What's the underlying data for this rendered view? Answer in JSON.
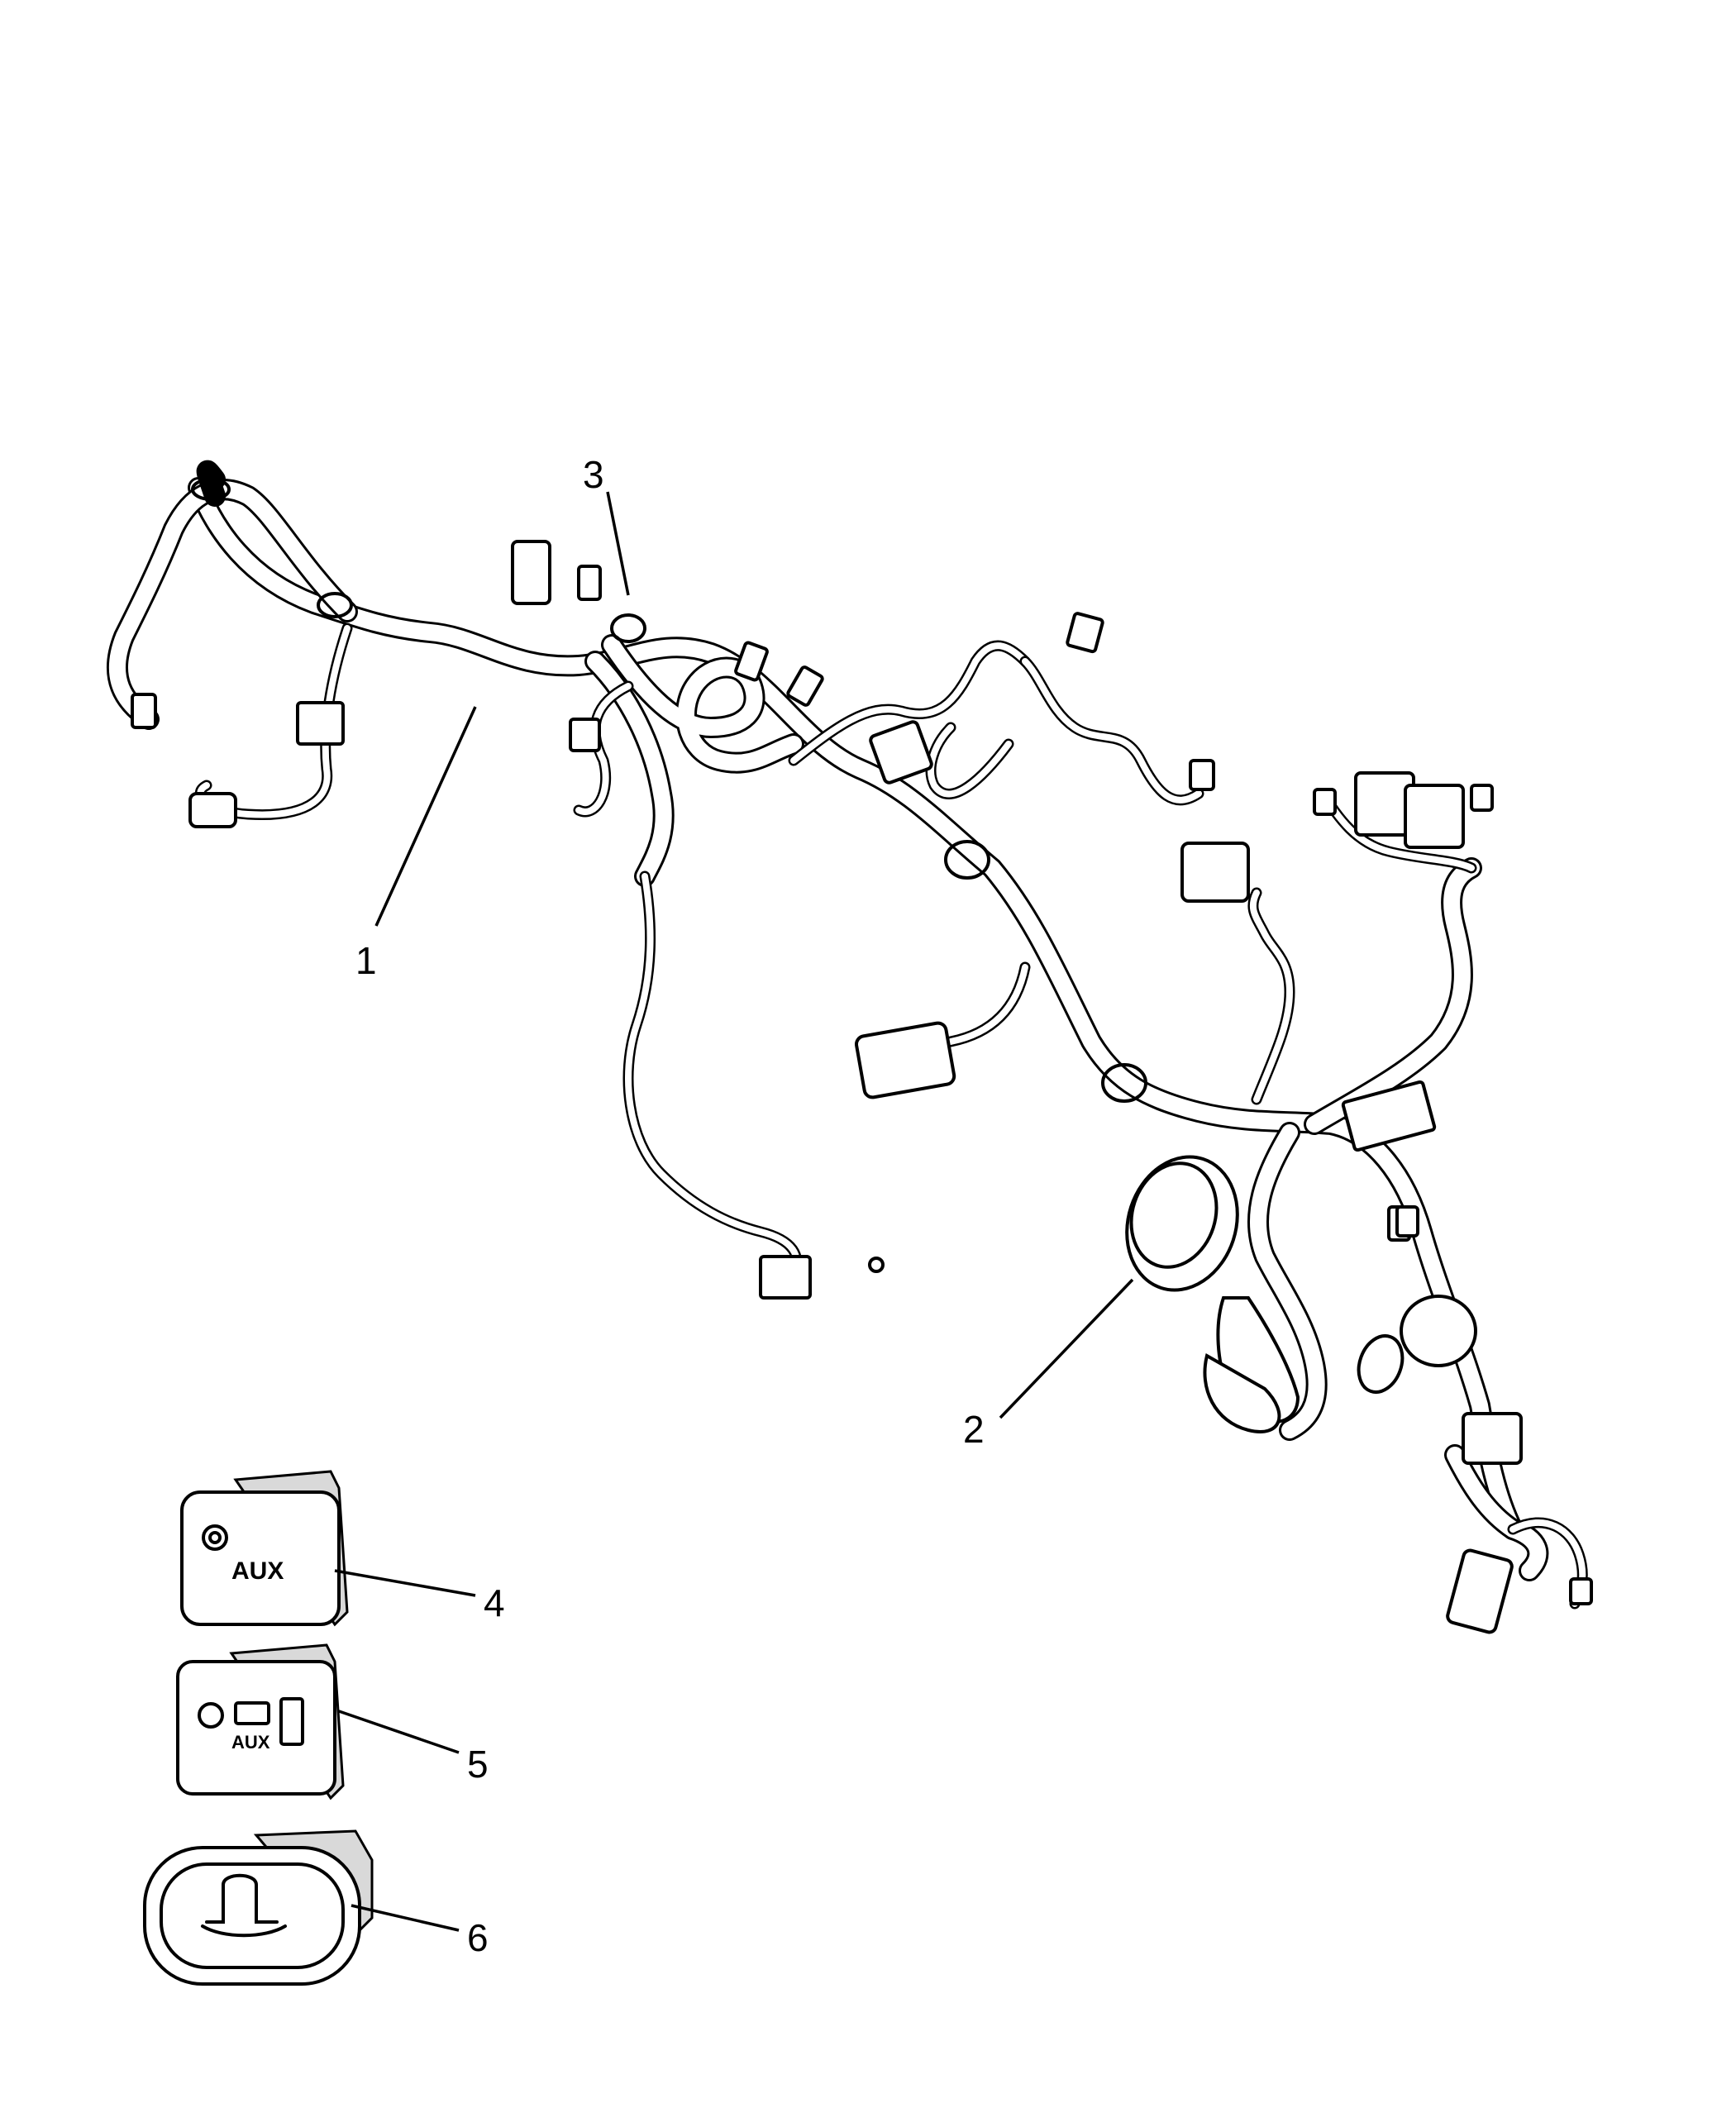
{
  "callouts": [
    {
      "id": "1",
      "label": "1"
    },
    {
      "id": "2",
      "label": "2"
    },
    {
      "id": "3",
      "label": "3"
    },
    {
      "id": "4",
      "label": "4"
    },
    {
      "id": "5",
      "label": "5"
    },
    {
      "id": "6",
      "label": "6"
    }
  ],
  "parts": {
    "aux_jack_label": "AUX",
    "usb_aux_label": "AUX"
  }
}
